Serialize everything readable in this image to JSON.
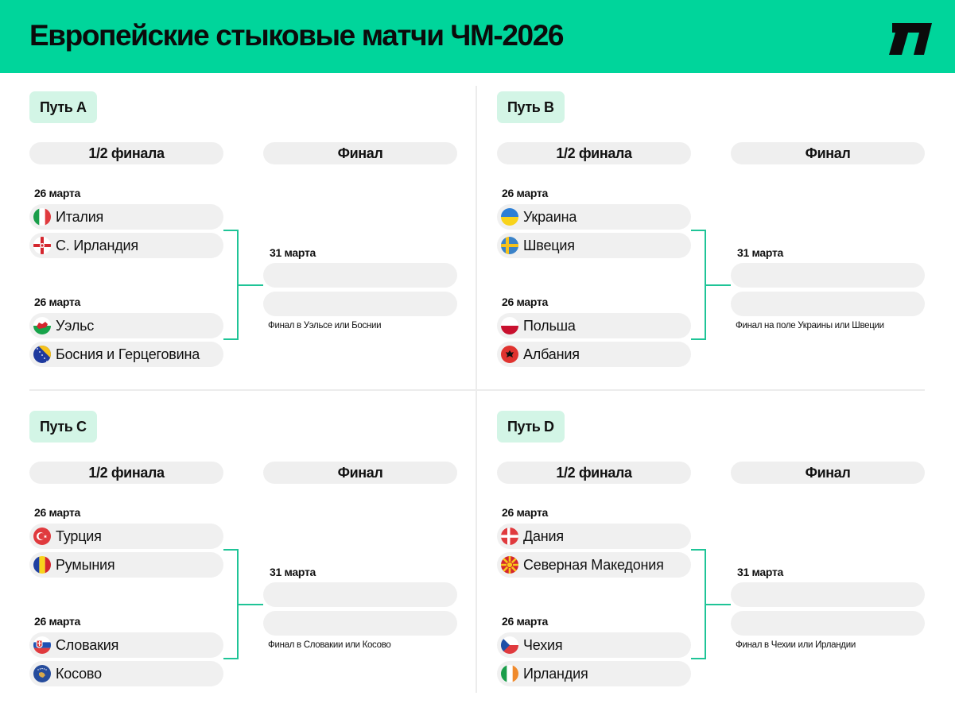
{
  "header": {
    "title": "Европейские стыковые матчи ЧМ-2026",
    "brand_icon": "n-logo-icon",
    "background_color": "#00D59B"
  },
  "colors": {
    "accent": "#00D59B",
    "badge_bg": "#D3F5E6",
    "pill_bg": "#F0F0F0",
    "bracket_line": "#1FC497"
  },
  "paths": [
    {
      "label": "Путь А",
      "semi_header": "1/2 финала",
      "final_header": "Финал",
      "semis": [
        {
          "date": "26 марта",
          "teams": [
            {
              "name": "Италия",
              "flag": "italy-flag-icon"
            },
            {
              "name": "С. Ирландия",
              "flag": "northern-ireland-flag-icon"
            }
          ]
        },
        {
          "date": "26 марта",
          "teams": [
            {
              "name": "Уэльс",
              "flag": "wales-flag-icon"
            },
            {
              "name": "Босния и Герцеговина",
              "flag": "bosnia-flag-icon"
            }
          ]
        }
      ],
      "final": {
        "date": "31 марта",
        "note": "Финал в Уэльсе или Боснии"
      }
    },
    {
      "label": "Путь B",
      "semi_header": "1/2 финала",
      "final_header": "Финал",
      "semis": [
        {
          "date": "26 марта",
          "teams": [
            {
              "name": "Украина",
              "flag": "ukraine-flag-icon"
            },
            {
              "name": "Швеция",
              "flag": "sweden-flag-icon"
            }
          ]
        },
        {
          "date": "26 марта",
          "teams": [
            {
              "name": "Польша",
              "flag": "poland-flag-icon"
            },
            {
              "name": "Албания",
              "flag": "albania-flag-icon"
            }
          ]
        }
      ],
      "final": {
        "date": "31 марта",
        "note": "Финал на поле Украины или Швеции"
      }
    },
    {
      "label": "Путь C",
      "semi_header": "1/2 финала",
      "final_header": "Финал",
      "semis": [
        {
          "date": "26 марта",
          "teams": [
            {
              "name": "Турция",
              "flag": "turkey-flag-icon"
            },
            {
              "name": "Румыния",
              "flag": "romania-flag-icon"
            }
          ]
        },
        {
          "date": "26 марта",
          "teams": [
            {
              "name": "Словакия",
              "flag": "slovakia-flag-icon"
            },
            {
              "name": "Косово",
              "flag": "kosovo-flag-icon"
            }
          ]
        }
      ],
      "final": {
        "date": "31 марта",
        "note": "Финал в Словакии или Косово"
      }
    },
    {
      "label": "Путь D",
      "semi_header": "1/2 финала",
      "final_header": "Финал",
      "semis": [
        {
          "date": "26 марта",
          "teams": [
            {
              "name": "Дания",
              "flag": "denmark-flag-icon"
            },
            {
              "name": "Северная Македония",
              "flag": "north-macedonia-flag-icon"
            }
          ]
        },
        {
          "date": "26 марта",
          "teams": [
            {
              "name": "Чехия",
              "flag": "czechia-flag-icon"
            },
            {
              "name": "Ирландия",
              "flag": "ireland-flag-icon"
            }
          ]
        }
      ],
      "final": {
        "date": "31 марта",
        "note": "Финал в Чехии или Ирландии"
      }
    }
  ]
}
